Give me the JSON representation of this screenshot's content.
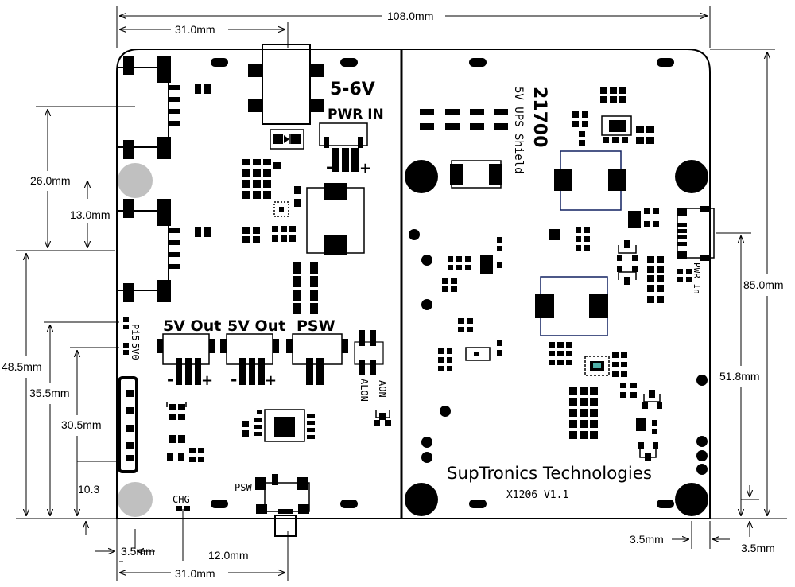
{
  "dimensions": {
    "width_total": "108.0mm",
    "left_half_top": "31.0mm",
    "left_half_bottom": "31.0mm",
    "usb_span": "26.0mm",
    "usb_offset": "13.0mm",
    "height_48_5": "48.5mm",
    "height_35_5": "35.5mm",
    "height_30_5": "30.5mm",
    "height_10_3": "10.3",
    "hole_x_left": "3.5mm",
    "chg_offset": "12.0mm",
    "height_total": "85.0mm",
    "height_51_8": "51.8mm",
    "hole_x_right": "3.5mm",
    "hole_y_right": "3.5mm"
  },
  "silkscreen": {
    "pwr_voltage": "5-6V",
    "pwr_in": "PWR IN",
    "out1": "5V Out",
    "out2": "5V Out",
    "psw": "PSW",
    "pi5": "Pi5",
    "v5": "5V0",
    "aon": "AON",
    "alon": "ALON",
    "chg": "CHG",
    "psw_small": "PSW",
    "minus": "-",
    "plus": "+",
    "cell": "21700",
    "shield": "5V UPS Shield",
    "pwr_in_right": "PWR In",
    "brand": "SupTronics Technologies",
    "model": "X1206 V1.1"
  }
}
